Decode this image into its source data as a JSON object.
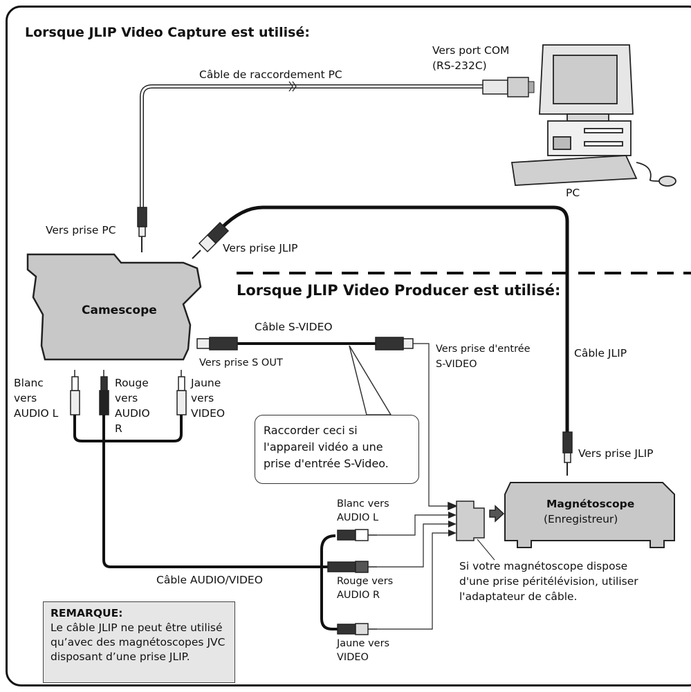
{
  "header1": "Lorsque JLIP Video Capture est utilisé:",
  "header2": "Lorsque JLIP Video Producer est utilisé:",
  "labels": {
    "vers_port_com": "Vers port COM",
    "rs232c": "(RS-232C)",
    "cable_pc": "Câble de raccordement PC",
    "pc": "PC",
    "vers_prise_pc": "Vers prise PC",
    "vers_prise_jlip_1": "Vers prise JLIP",
    "camescope": "Camescope",
    "cable_svideo": "Câble S-VIDEO",
    "vers_prise_sout": "Vers prise S OUT",
    "vers_prise_entree": "Vers prise d'entrée",
    "svideo": "S-VIDEO",
    "cable_jlip": "Câble JLIP",
    "blanc": "Blanc",
    "vers": "vers",
    "audio_l": "AUDIO L",
    "rouge": "Rouge",
    "audio": "AUDIO",
    "r": "R",
    "jaune": "Jaune",
    "video": "VIDEO",
    "vers_prise_jlip_2": "Vers prise JLIP",
    "blanc_vers": "Blanc vers",
    "rouge_vers": "Rouge vers",
    "audio_r": "AUDIO R",
    "jaune_vers": "Jaune vers",
    "cable_av": "Câble AUDIO/VIDEO",
    "magnetoscope": "Magnétoscope",
    "enregistreur": "(Enregistreur)",
    "peritel_1": "Si votre magnétoscope dispose",
    "peritel_2": "d'une prise péritélévision, utiliser",
    "peritel_3": "l'adaptateur de câble."
  },
  "callout": {
    "line1": "Raccorder ceci si",
    "line2": "l'appareil vidéo a une",
    "line3": "prise d'entrée S-Video."
  },
  "note": {
    "title": "REMARQUE:",
    "line1": "Le câble JLIP ne peut être utilisé",
    "line2": "qu’avec des magnétoscopes JVC",
    "line3": "disposant d’une prise JLIP."
  }
}
